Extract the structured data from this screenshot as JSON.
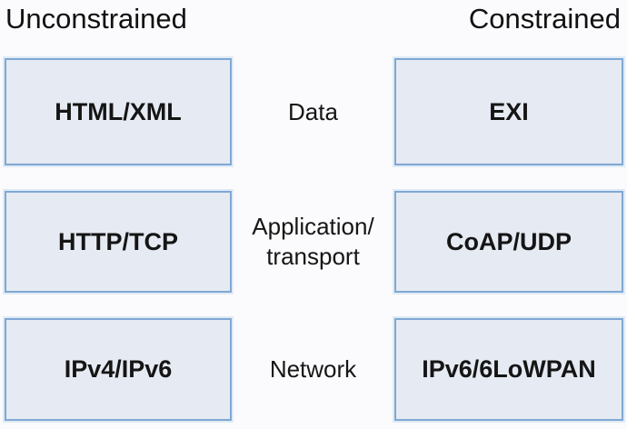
{
  "headers": {
    "left": "Unconstrained",
    "right": "Constrained"
  },
  "rows": [
    {
      "layer": "Data",
      "unconstrained": "HTML/XML",
      "constrained": "EXI"
    },
    {
      "layer": "Application/\ntransport",
      "unconstrained": "HTTP/TCP",
      "constrained": "CoAP/UDP"
    },
    {
      "layer": "Network",
      "unconstrained": "IPv4/IPv6",
      "constrained": "IPv6/6LoWPAN"
    }
  ],
  "colors": {
    "background": "#fbfafc",
    "box_fill": "#e6eaf2",
    "box_border": "#7fa8d4",
    "text": "#1a1a1a"
  }
}
